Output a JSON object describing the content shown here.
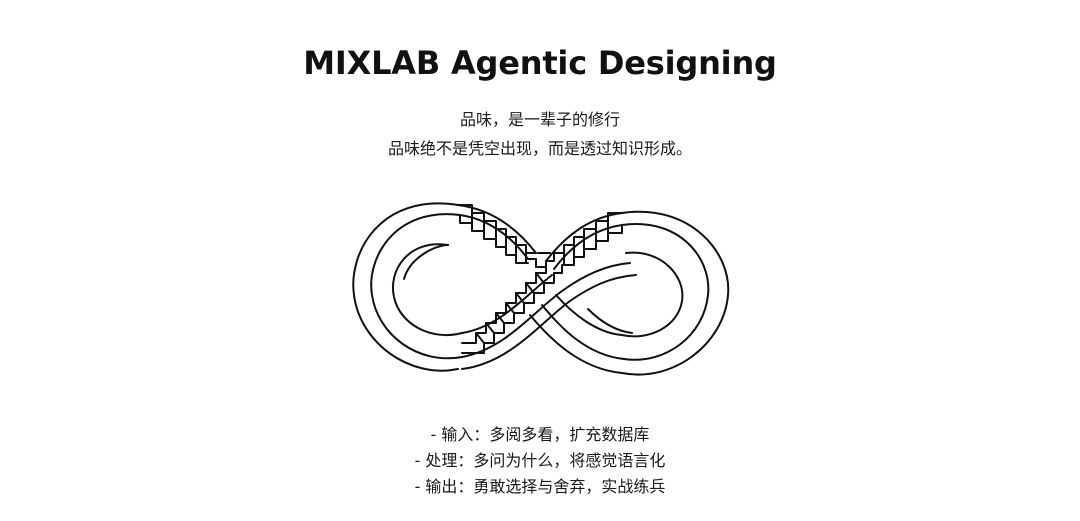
{
  "header": {
    "title": "MIXLAB Agentic Designing"
  },
  "intro": {
    "line1": "品味，是一辈子的修行",
    "line2": "品味绝不是凭空出现，而是透过知识形成。"
  },
  "logo": {
    "icon": "infinity-staircase-icon",
    "stroke_color": "#111111",
    "fill_color": "#ffffff"
  },
  "steps": [
    {
      "text": "- 输入：多阅多看，扩充数据库"
    },
    {
      "text": "- 处理：多问为什么，将感觉语言化"
    },
    {
      "text": "- 输出：勇敢选择与舍弃，实战练兵"
    }
  ]
}
